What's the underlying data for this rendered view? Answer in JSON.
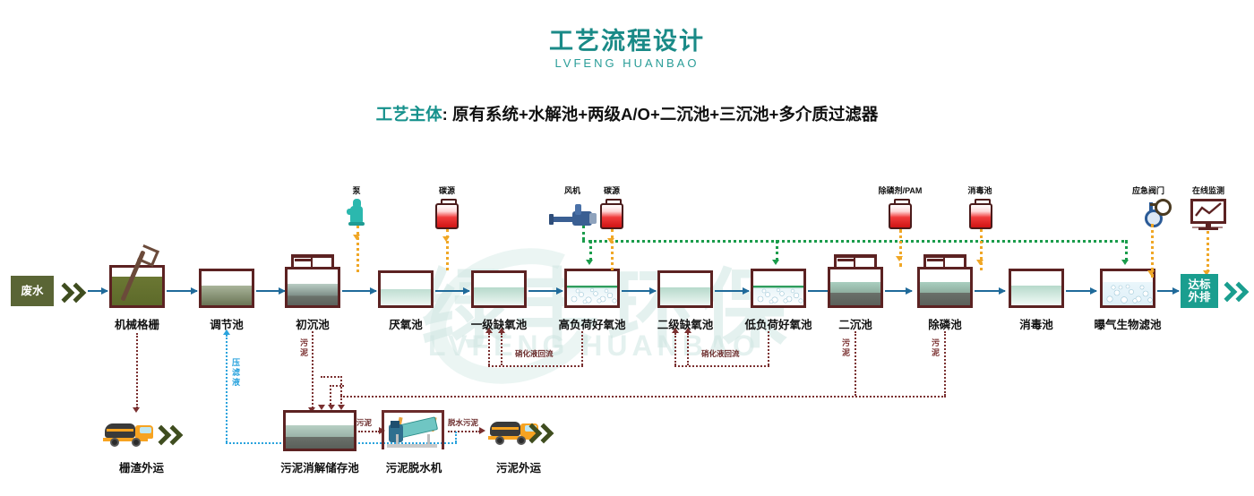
{
  "header": {
    "title": "工艺流程设计",
    "subtitle": "LVFENG HUANBAO",
    "main_key": "工艺主体",
    "main_sep": ": ",
    "main_value": "原有系统+水解池+两级A/O+二沉池+三沉池+多介质过滤器"
  },
  "watermark": {
    "text": "绿丰环保",
    "sub": "LVFENG HUANBAO"
  },
  "colors": {
    "teal": "#1a8a87",
    "accent_teal": "#1a9e8f",
    "flow_blue": "#1f6a9a",
    "dose_orange": "#f0a726",
    "air_green": "#1a9c4b",
    "sludge_red": "#7a3030",
    "filtrate_blue": "#2aa3dd",
    "tank_border": "#5c2222",
    "wastewater_box": "#5a6535"
  },
  "endpoints": {
    "inlet": {
      "label": "废水",
      "icon": "chevron-double-right-icon"
    },
    "outlet": {
      "label_line1": "达标",
      "label_line2": "外排",
      "icon": "chevron-double-right-icon"
    }
  },
  "main_units": [
    {
      "id": "grate",
      "label": "机械格栅",
      "icon": "mechanical-grate-icon"
    },
    {
      "id": "equal",
      "label": "调节池",
      "icon": "tank-icon"
    },
    {
      "id": "primary",
      "label": "初沉池",
      "icon": "settling-tank-bridge-icon"
    },
    {
      "id": "anaerobic",
      "label": "厌氧池",
      "icon": "tank-icon"
    },
    {
      "id": "anoxic1",
      "label": "一级缺氧池",
      "icon": "tank-icon"
    },
    {
      "id": "aerobic_hi",
      "label": "高负荷好氧池",
      "icon": "aeration-tank-icon"
    },
    {
      "id": "anoxic2",
      "label": "二级缺氧池",
      "icon": "tank-icon"
    },
    {
      "id": "aerobic_lo",
      "label": "低负荷好氧池",
      "icon": "aeration-tank-icon"
    },
    {
      "id": "secondary",
      "label": "二沉池",
      "icon": "settling-tank-bridge-icon"
    },
    {
      "id": "dephos",
      "label": "除磷池",
      "icon": "settling-tank-bridge-icon"
    },
    {
      "id": "disinfect",
      "label": "消毒池",
      "icon": "tank-icon"
    },
    {
      "id": "baf",
      "label": "曝气生物滤池",
      "icon": "aeration-tank-icon"
    }
  ],
  "equipment": [
    {
      "id": "pump",
      "label": "泵",
      "icon": "pump-icon"
    },
    {
      "id": "carbon1",
      "label": "碳源",
      "icon": "chemical-drum-icon"
    },
    {
      "id": "blower",
      "label": "风机",
      "icon": "blower-icon"
    },
    {
      "id": "carbon2",
      "label": "碳源",
      "icon": "chemical-drum-icon"
    },
    {
      "id": "dephos_pam",
      "label": "除磷剂/PAM",
      "icon": "chemical-drum-icon"
    },
    {
      "id": "disinf_dose",
      "label": "消毒池",
      "icon": "chemical-drum-icon"
    },
    {
      "id": "valve",
      "label": "应急阀门",
      "icon": "valve-icon"
    },
    {
      "id": "monitor",
      "label": "在线监测",
      "icon": "online-monitor-icon"
    }
  ],
  "sludge_line": [
    {
      "id": "digest",
      "label": "污泥消解储存池",
      "icon": "tank-icon"
    },
    {
      "id": "dewater",
      "label": "污泥脱水机",
      "icon": "sludge-dewatering-icon"
    },
    {
      "id": "haul",
      "label": "污泥外运",
      "icon": "truck-icon"
    }
  ],
  "residue": {
    "label": "栅渣外运",
    "icon": "truck-icon"
  },
  "flow_labels": {
    "sludge": "污泥",
    "dewatered_sludge": "脱水污泥",
    "filtrate": "压滤液",
    "nitrate_recycle": "硝化液回流"
  }
}
